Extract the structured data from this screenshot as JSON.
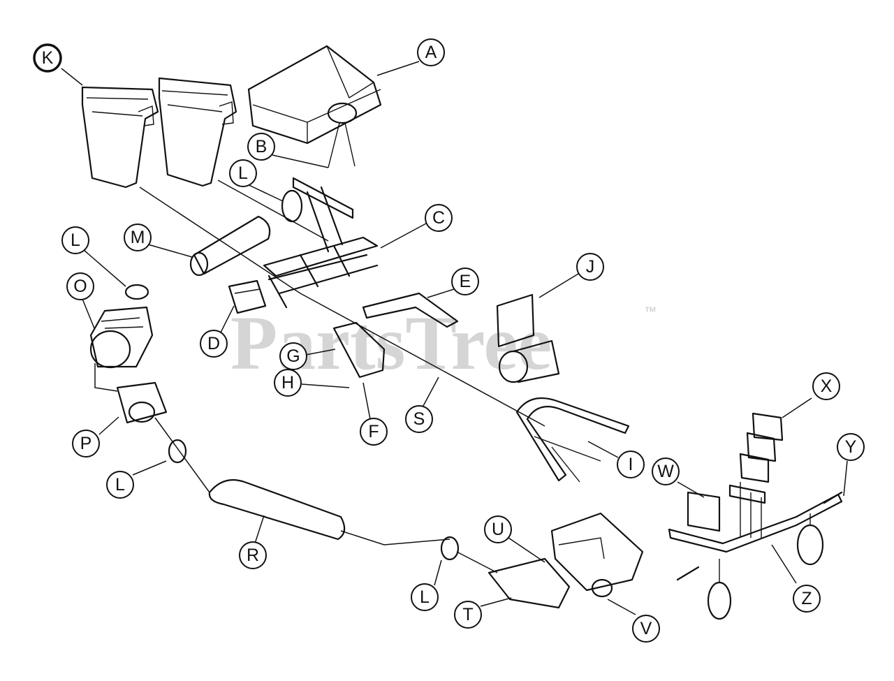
{
  "watermark": {
    "text": "PartsTree",
    "tm": "™"
  },
  "callouts": {
    "A": "A",
    "B": "B",
    "C": "C",
    "D": "D",
    "E": "E",
    "F": "F",
    "G": "G",
    "H": "H",
    "I": "I",
    "J": "J",
    "K": "K",
    "L": "L",
    "M": "M",
    "O": "O",
    "P": "P",
    "R": "R",
    "S": "S",
    "T": "T",
    "U": "U",
    "V": "V",
    "W": "W",
    "X": "X",
    "Y": "Y",
    "Z": "Z"
  }
}
